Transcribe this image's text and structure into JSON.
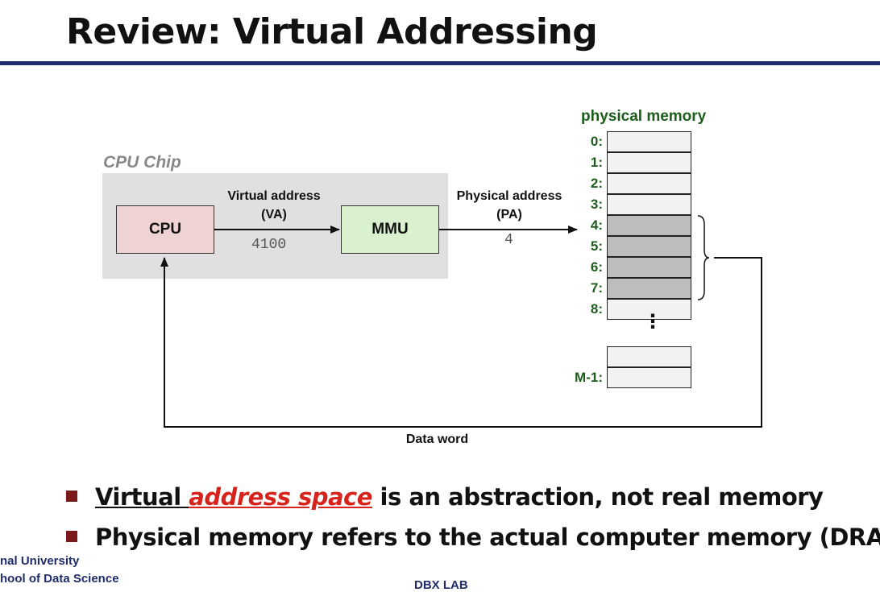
{
  "title": "Review: Virtual Addressing",
  "diagram": {
    "chip_label": "CPU Chip",
    "cpu_label": "CPU",
    "mmu_label": "MMU",
    "va_label_line1": "Virtual address",
    "va_label_line2": "(VA)",
    "va_value": "4100",
    "pa_label_line1": "Physical address",
    "pa_label_line2": "(PA)",
    "pa_value": "4",
    "memory_title": "physical memory",
    "addresses": [
      "0:",
      "1:",
      "2:",
      "3:",
      "4:",
      "5:",
      "6:",
      "7:",
      "8:"
    ],
    "shaded_rows": [
      4,
      5,
      6,
      7
    ],
    "ellipsis": "⋮",
    "last_address": "M-1:",
    "data_word_label": "Data word"
  },
  "bullets": {
    "b1_pre": "Virtual ",
    "b1_emph": "address space",
    "b1_post": " is an abstraction, not real memory",
    "b2": "Physical memory refers to the actual computer memory (DRAM)"
  },
  "footer": {
    "left_line1": "nal University",
    "left_line2": "hool of Data Science",
    "center": "DBX LAB"
  },
  "colors": {
    "title_rule": "#1f2d6b",
    "memory_label": "#1d5e1d",
    "emphasis": "#d8231c",
    "bullet_square": "#7a1a1a"
  }
}
